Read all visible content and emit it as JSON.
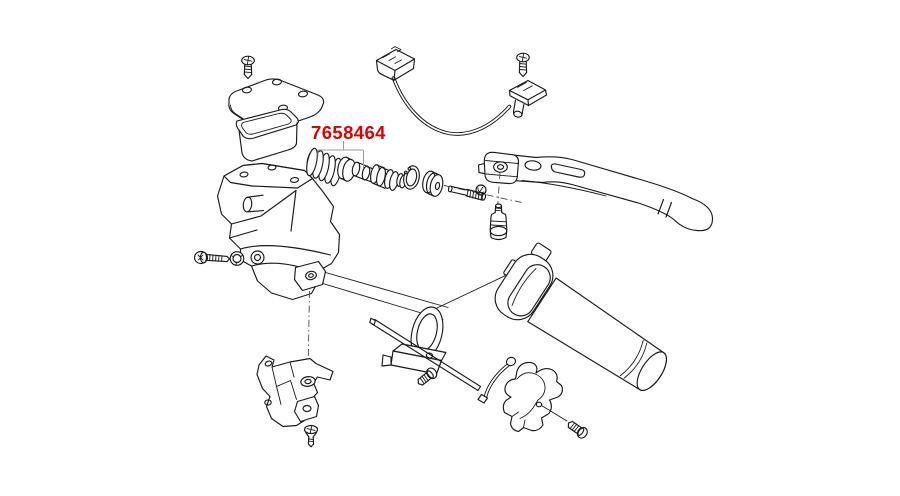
{
  "page": {
    "background": "#ffffff"
  },
  "diagram": {
    "kind": "exploded-parts-diagram",
    "part_label": {
      "text": "7658464",
      "color": "#e10000"
    },
    "style": {
      "line_color": "#1a1a1a",
      "leader_color": "#999999",
      "background": "#ffffff"
    },
    "parts": [
      "reservoir-screw",
      "reservoir-cover",
      "fluid-reservoir",
      "electrical-connector",
      "switch-cable",
      "brake-light-switch",
      "switch-screw",
      "piston-return-spring",
      "primary-cup",
      "master-piston",
      "secondary-seal",
      "circlip",
      "stop-bushing",
      "adjuster-screw",
      "brake-lever",
      "lever-pivot-pin",
      "pivot-nut",
      "master-cylinder-body",
      "clamp-screw",
      "lock-washer",
      "handlebar-tube",
      "clamp-ring",
      "throttle-rod",
      "rod-screw",
      "wire-clip",
      "cable-guide-bracket",
      "guide-screw",
      "lower-bracket",
      "bracket-screw",
      "throttle-grip"
    ]
  }
}
